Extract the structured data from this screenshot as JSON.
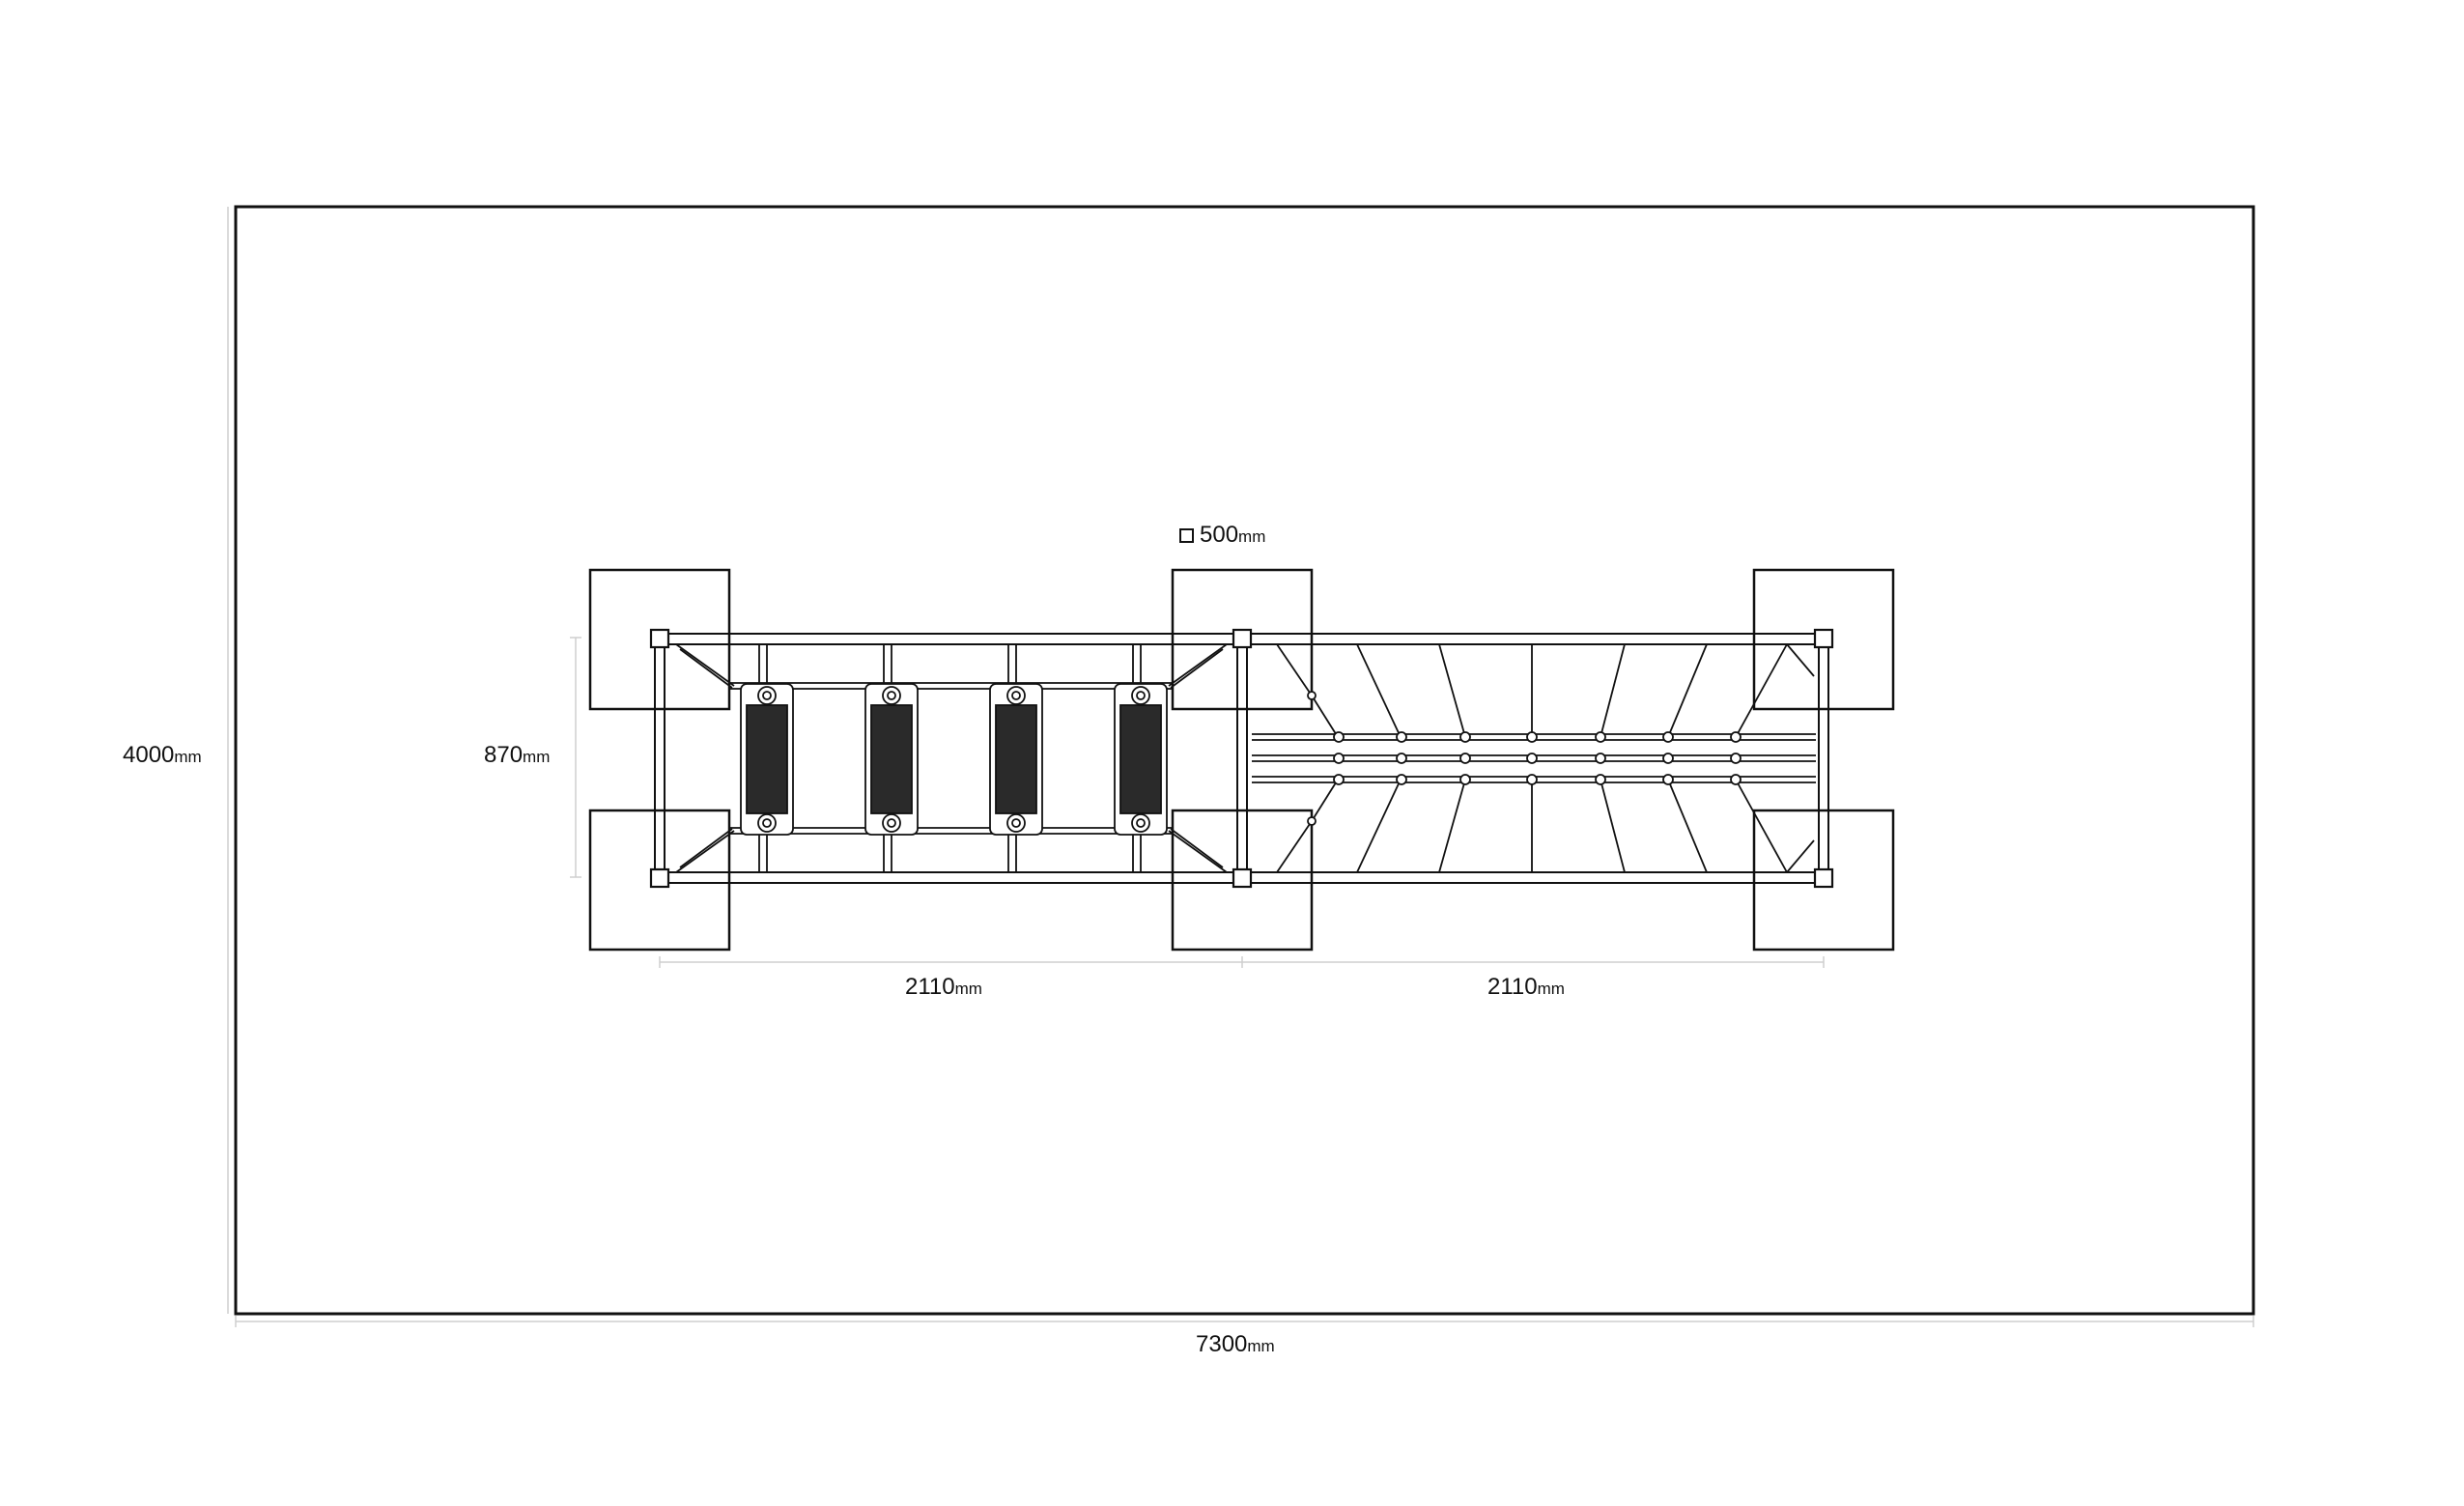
{
  "drawing": {
    "unit": "mm",
    "dimensions": {
      "area_width": "7300",
      "area_height": "4000",
      "structure_depth": "870",
      "bay_left": "2110",
      "bay_right": "2110",
      "footing_size": "500"
    },
    "colors": {
      "line": "#111111",
      "dimension": "#cccccc",
      "background": "#ffffff"
    }
  }
}
